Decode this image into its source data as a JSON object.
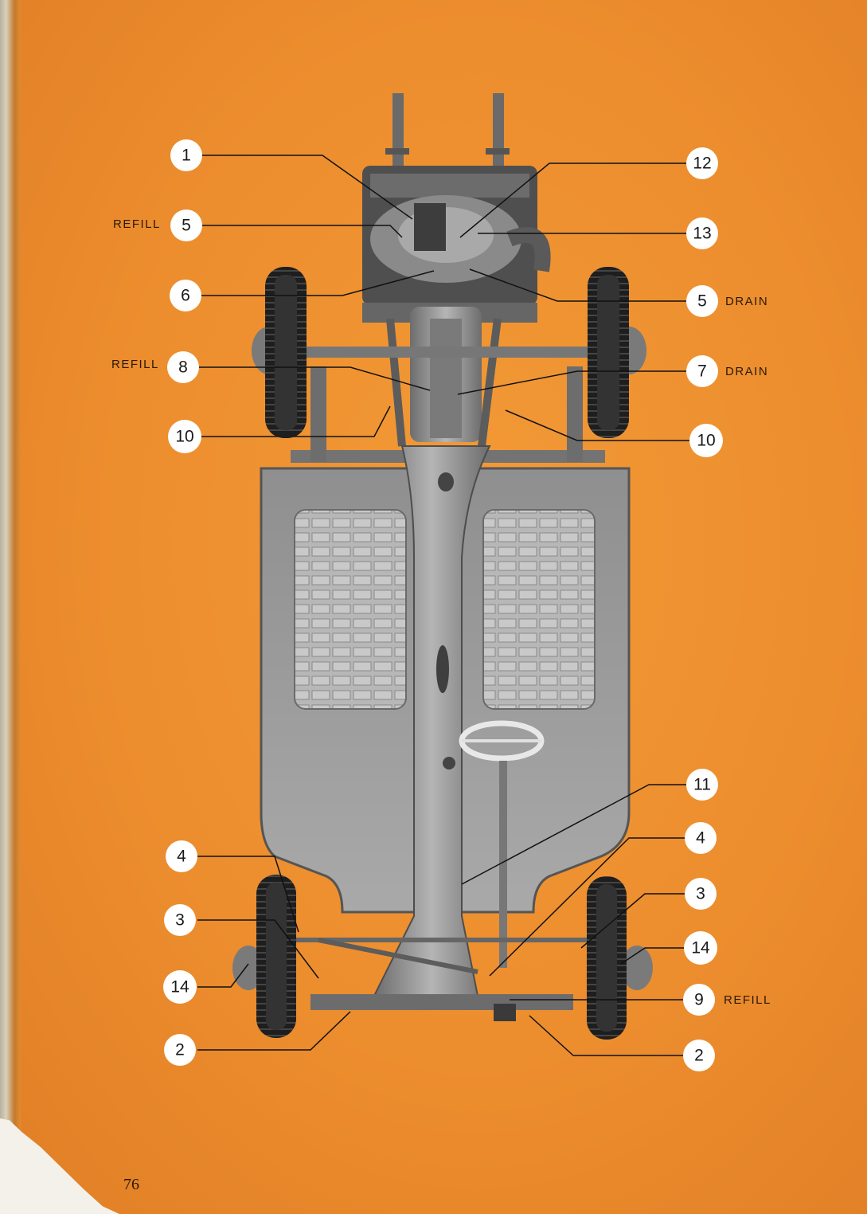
{
  "labels": {
    "refill": "REFILL",
    "drain": "DRAIN"
  },
  "callouts": [
    {
      "id": "c1",
      "number": "1"
    },
    {
      "id": "c12",
      "number": "12"
    },
    {
      "id": "c5l",
      "number": "5"
    },
    {
      "id": "c13",
      "number": "13"
    },
    {
      "id": "c6",
      "number": "6"
    },
    {
      "id": "c5r",
      "number": "5"
    },
    {
      "id": "c8",
      "number": "8"
    },
    {
      "id": "c7",
      "number": "7"
    },
    {
      "id": "c10l",
      "number": "10"
    },
    {
      "id": "c10r",
      "number": "10"
    },
    {
      "id": "c11",
      "number": "11"
    },
    {
      "id": "c4l",
      "number": "4"
    },
    {
      "id": "c4r",
      "number": "4"
    },
    {
      "id": "c3l",
      "number": "3"
    },
    {
      "id": "c3r",
      "number": "3"
    },
    {
      "id": "c14l",
      "number": "14"
    },
    {
      "id": "c14r",
      "number": "14"
    },
    {
      "id": "c9",
      "number": "9"
    },
    {
      "id": "c2l",
      "number": "2"
    },
    {
      "id": "c2r",
      "number": "2"
    }
  ],
  "page_number": "76",
  "colors": {
    "page_background": "#ec8d2e",
    "chassis": "#9a9a9a",
    "callout_fill": "#ffffff",
    "text": "#2b1a08"
  }
}
